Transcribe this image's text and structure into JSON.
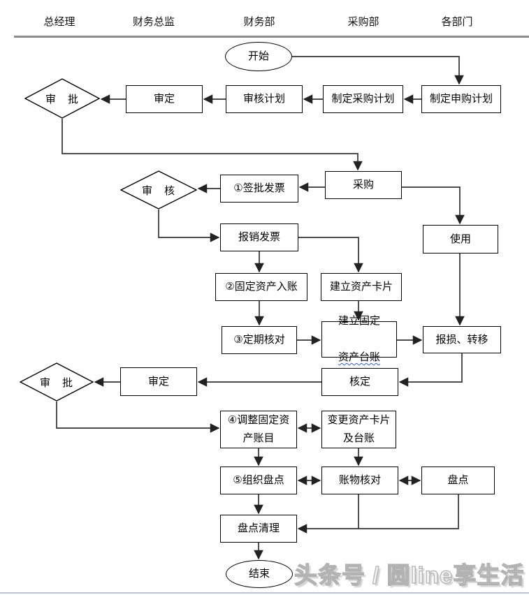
{
  "lanes": {
    "items": [
      {
        "label": "总经理"
      },
      {
        "label": "财务总监"
      },
      {
        "label": "财务部"
      },
      {
        "label": "采购部"
      },
      {
        "label": "各部门"
      }
    ]
  },
  "nodes": {
    "start": {
      "label": "开始"
    },
    "make_purchase_request": {
      "label": "制定申购计划"
    },
    "make_procurement_plan": {
      "label": "制定采购计划"
    },
    "review_plan": {
      "label": "审核计划"
    },
    "approve_plan1": {
      "label": "审定"
    },
    "approval1": {
      "label": "审　批"
    },
    "procurement": {
      "label": "采购"
    },
    "sign_invoice": {
      "label": "①签批发票"
    },
    "review": {
      "label": "审　核"
    },
    "use": {
      "label": "使用"
    },
    "reimburse_invoice": {
      "label": "报销发票"
    },
    "fixed_asset_entry": {
      "label": "②固定资产入账"
    },
    "create_asset_card": {
      "label": "建立资产卡片"
    },
    "periodic_check": {
      "label": "③定期核对"
    },
    "create_ledger": {
      "line1": "建立固定",
      "line2": "资产台账"
    },
    "loss_transfer": {
      "label": "报损、转移"
    },
    "verify": {
      "label": "核定"
    },
    "approve_plan2": {
      "label": "审定"
    },
    "approval2": {
      "label": "审　批"
    },
    "adjust_accounts": {
      "label": "④调整固定资\n产账目"
    },
    "change_card_ledger": {
      "label": "变更资产卡片\n及台账"
    },
    "organize_inventory": {
      "label": "⑤组织盘点"
    },
    "account_check": {
      "label": "账物核对"
    },
    "inventory": {
      "label": "盘点"
    },
    "inventory_cleanup": {
      "label": "盘点清理"
    },
    "end": {
      "label": "结束"
    }
  },
  "watermark": {
    "text": "头条号 / 圆line享生活"
  },
  "colors": {
    "node_border": "#000000",
    "connector": "#333333",
    "lane_rule": "#8c8c8c",
    "wavy_underline": "#2e5fd0",
    "watermark_outline": "#b2b2b2",
    "bottom_line": "#b7c3da"
  }
}
